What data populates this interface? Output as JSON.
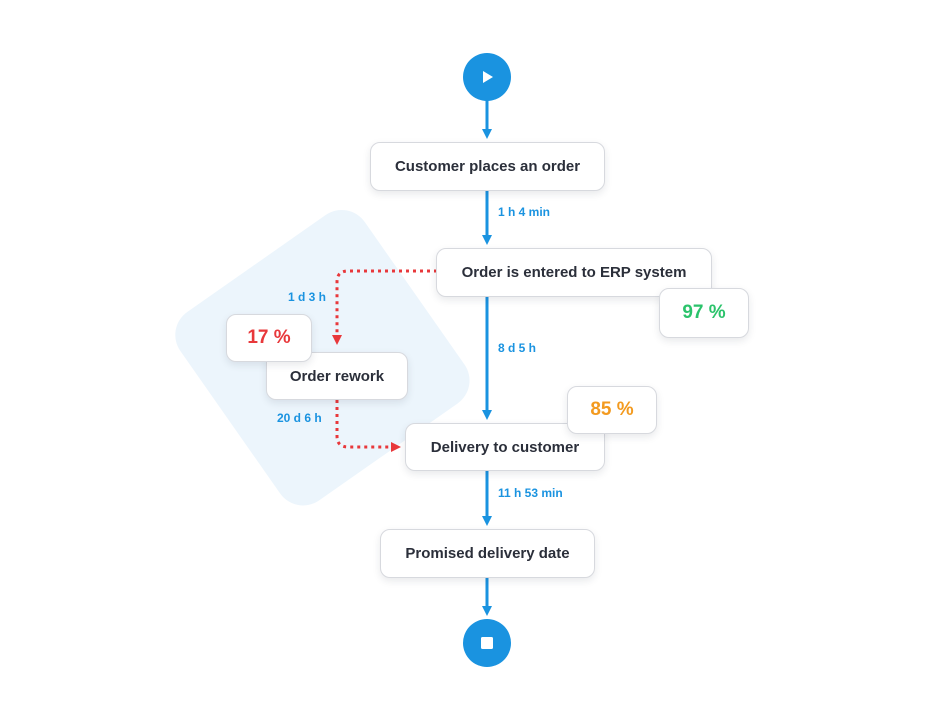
{
  "colors": {
    "flow": "#1a93e0",
    "rework": "#e8383b",
    "highlight": "#ecf5fc",
    "good": "#2bc36b",
    "warn": "#f39a1f",
    "bad": "#e8383b"
  },
  "start": {
    "icon": "play-icon"
  },
  "end": {
    "icon": "stop-icon"
  },
  "nodes": {
    "place_order": "Customer places an order",
    "erp_entry": "Order is entered to ERP system",
    "rework": "Order rework",
    "delivery": "Delivery to customer",
    "promised": "Promised delivery date"
  },
  "durations": {
    "place_to_erp": "1 h 4 min",
    "erp_to_delivery": "8 d 5 h",
    "erp_to_rework": "1 d 3 h",
    "rework_to_delivery": "20 d 6 h",
    "delivery_to_promised": "11 h 53 min"
  },
  "percentages": {
    "erp": "97 %",
    "rework": "17 %",
    "delivery": "85 %"
  }
}
